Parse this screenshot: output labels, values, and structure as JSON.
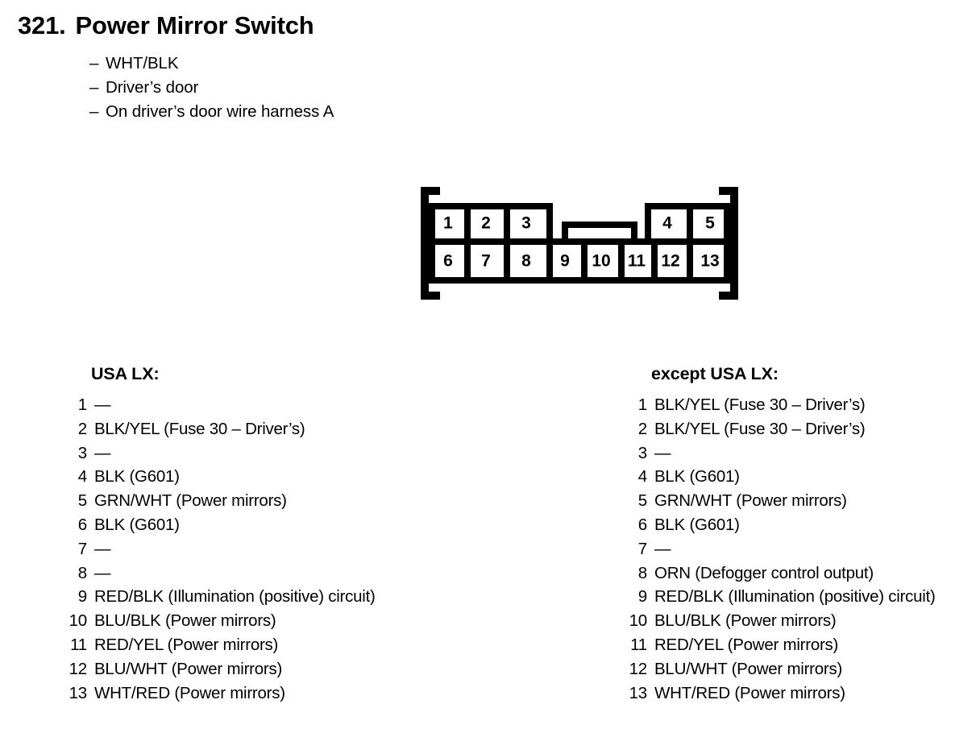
{
  "header": {
    "number": "321.",
    "title": "Power Mirror Switch",
    "dash": "–",
    "notes": [
      "WHT/BLK",
      "Driver’s door",
      "On driver’s door wire harness A"
    ]
  },
  "connector": {
    "top_row_pins": [
      "1",
      "2",
      "3",
      "4",
      "5"
    ],
    "bottom_row_pins": [
      "6",
      "7",
      "8",
      "9",
      "10",
      "11",
      "12",
      "13"
    ],
    "outline_color": "#000000",
    "fill_color": "#ffffff"
  },
  "lists": [
    {
      "heading": "USA LX:",
      "rows": [
        {
          "index": "1",
          "desc": "—"
        },
        {
          "index": "2",
          "desc": "BLK/YEL (Fuse 30 – Driver’s)"
        },
        {
          "index": "3",
          "desc": "—"
        },
        {
          "index": "4",
          "desc": "BLK (G601)"
        },
        {
          "index": "5",
          "desc": "GRN/WHT (Power mirrors)"
        },
        {
          "index": "6",
          "desc": "BLK (G601)"
        },
        {
          "index": "7",
          "desc": "—"
        },
        {
          "index": "8",
          "desc": "—"
        },
        {
          "index": "9",
          "desc": "RED/BLK (Illumination (positive) circuit)"
        },
        {
          "index": "10",
          "desc": "BLU/BLK (Power mirrors)"
        },
        {
          "index": "11",
          "desc": "RED/YEL (Power mirrors)"
        },
        {
          "index": "12",
          "desc": "BLU/WHT (Power mirrors)"
        },
        {
          "index": "13",
          "desc": "WHT/RED (Power mirrors)"
        }
      ]
    },
    {
      "heading": "except USA LX:",
      "rows": [
        {
          "index": "1",
          "desc": "BLK/YEL (Fuse 30 – Driver’s)"
        },
        {
          "index": "2",
          "desc": "BLK/YEL (Fuse 30 – Driver’s)"
        },
        {
          "index": "3",
          "desc": "—"
        },
        {
          "index": "4",
          "desc": "BLK (G601)"
        },
        {
          "index": "5",
          "desc": "GRN/WHT (Power mirrors)"
        },
        {
          "index": "6",
          "desc": "BLK (G601)"
        },
        {
          "index": "7",
          "desc": "—"
        },
        {
          "index": "8",
          "desc": "ORN (Defogger control output)"
        },
        {
          "index": "9",
          "desc": "RED/BLK (Illumination (positive) circuit)"
        },
        {
          "index": "10",
          "desc": "BLU/BLK (Power mirrors)"
        },
        {
          "index": "11",
          "desc": "RED/YEL (Power mirrors)"
        },
        {
          "index": "12",
          "desc": "BLU/WHT (Power mirrors)"
        },
        {
          "index": "13",
          "desc": "WHT/RED (Power mirrors)"
        }
      ]
    }
  ]
}
